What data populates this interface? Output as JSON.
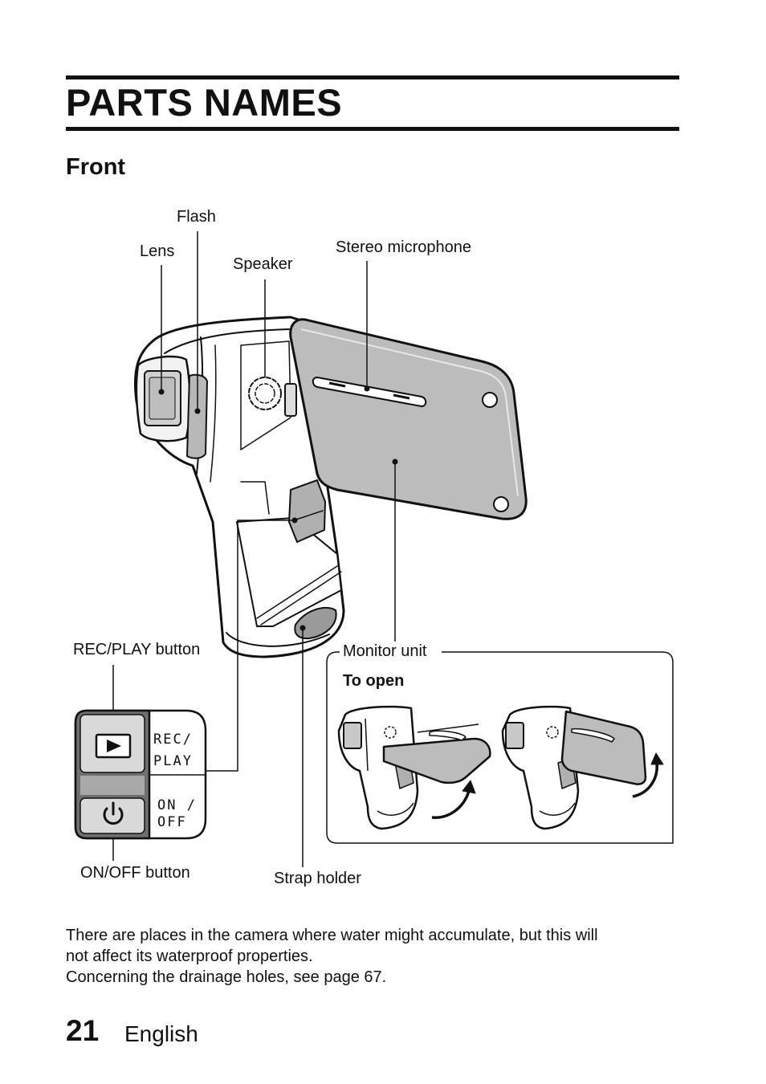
{
  "page": {
    "title": "PARTS NAMES",
    "section": "Front",
    "page_number": "21",
    "language": "English"
  },
  "labels": {
    "flash": "Flash",
    "lens": "Lens",
    "speaker": "Speaker",
    "stereo_microphone": "Stereo microphone",
    "rec_play_button": "REC/PLAY button",
    "monitor_unit": "Monitor unit",
    "to_open": "To open",
    "on_off_button": "ON/OFF button",
    "strap_holder": "Strap holder"
  },
  "button_panel": {
    "rec_line1": "REC/",
    "rec_line2": "PLAY",
    "onoff_line1": "ON /",
    "onoff_line2": "OFF"
  },
  "notes": [
    "There are places in the camera where water might accumulate, but this will",
    "not affect its waterproof properties.",
    "Concerning the drainage holes, see page 67."
  ]
}
